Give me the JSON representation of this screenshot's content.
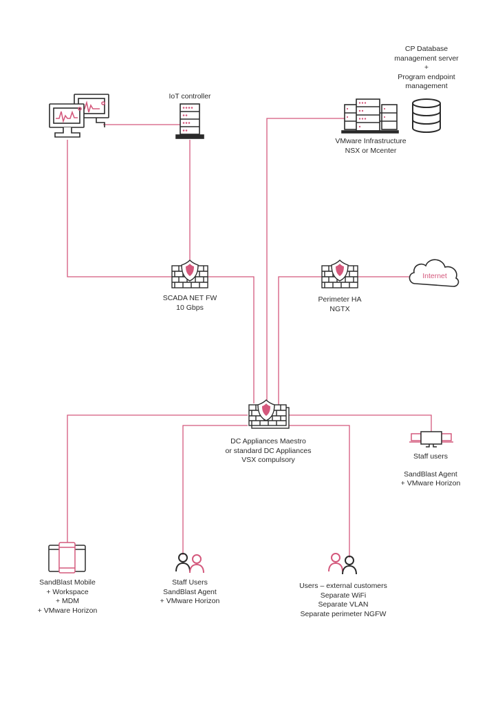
{
  "colors": {
    "accent": "#d4587c",
    "ink": "#2a2a2a",
    "line": "#d4587c"
  },
  "nodes": {
    "cp_database": {
      "lines": [
        "CP Database",
        "management server",
        "+",
        "Program endpoint",
        "management"
      ],
      "icon": "database-icon"
    },
    "iot_controller": {
      "lines": [
        "IoT controller"
      ],
      "icon": "server-rack-icon"
    },
    "vmware_infra": {
      "lines": [
        "VMware Infrastructure",
        "NSX or Mcenter"
      ],
      "icon": "server-cluster-icon"
    },
    "scada_fw": {
      "lines": [
        "SCADA NET FW",
        "10 Gbps"
      ],
      "icon": "firewall-icon"
    },
    "perimeter_ha": {
      "lines": [
        "Perimeter HA",
        "NGTX"
      ],
      "icon": "firewall-icon"
    },
    "internet": {
      "lines": [
        "Internet"
      ],
      "icon": "cloud-icon"
    },
    "dc_appliances": {
      "lines": [
        "DC Appliances Maestro",
        "or standard DC Appliances",
        "VSX compulsory"
      ],
      "icon": "firewall-stack-icon"
    },
    "staff_users_right": {
      "lines": [
        "Staff users",
        "",
        "SandBlast Agent",
        "+ VMware Horizon"
      ],
      "icon": "desktop-laptops-icon"
    },
    "sandblast_mobile": {
      "lines": [
        "SandBlast Mobile",
        "+ Workspace",
        "+ MDM",
        "+ VMware Horizon"
      ],
      "icon": "mobile-devices-icon"
    },
    "staff_users_bottom": {
      "lines": [
        "Staff Users",
        "SandBlast Agent",
        "+ VMware Horizon"
      ],
      "icon": "users-icon"
    },
    "external_users": {
      "lines": [
        "Users – external customers",
        "Separate WiFi",
        "Separate VLAN",
        "Separate perimeter NGFW"
      ],
      "icon": "users-icon"
    },
    "scada_monitors": {
      "lines": [],
      "icon": "monitoring-workstations-icon"
    }
  }
}
